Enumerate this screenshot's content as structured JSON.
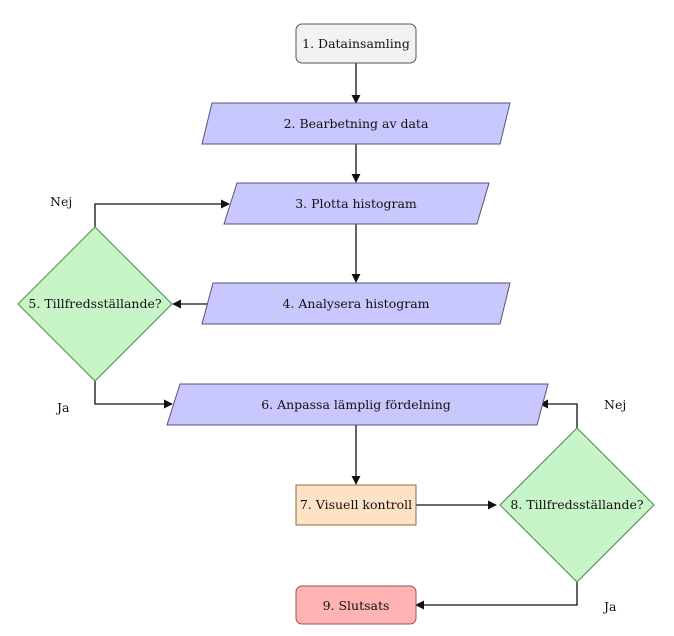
{
  "colors": {
    "start_fill": "#f2f2f2",
    "start_stroke": "#555555",
    "process_fill": "#c8c8ff",
    "process_stroke": "#555577",
    "decision_fill": "#c8f5c8",
    "decision_stroke": "#4a8a4a",
    "check_fill": "#fde2c6",
    "check_stroke": "#8a6a40",
    "end_fill": "#ffb3b3",
    "end_stroke": "#a05050"
  },
  "nodes": {
    "data_collection": "1. Datainsamling",
    "data_processing": "2. Bearbetning av data",
    "plot_histogram": "3. Plotta histogram",
    "analyze_histogram": "4. Analysera histogram",
    "decision_1": "5. Tillfredsställande?",
    "fit_distribution": "6. Anpassa lämplig fördelning",
    "visual_check": "7. Visuell kontroll",
    "decision_2": "8. Tillfredsställande?",
    "conclusion": "9. Slutsats"
  },
  "edge_labels": {
    "decision_1_no": "Nej",
    "decision_1_yes": "Ja",
    "decision_2_no": "Nej",
    "decision_2_yes": "Ja"
  }
}
